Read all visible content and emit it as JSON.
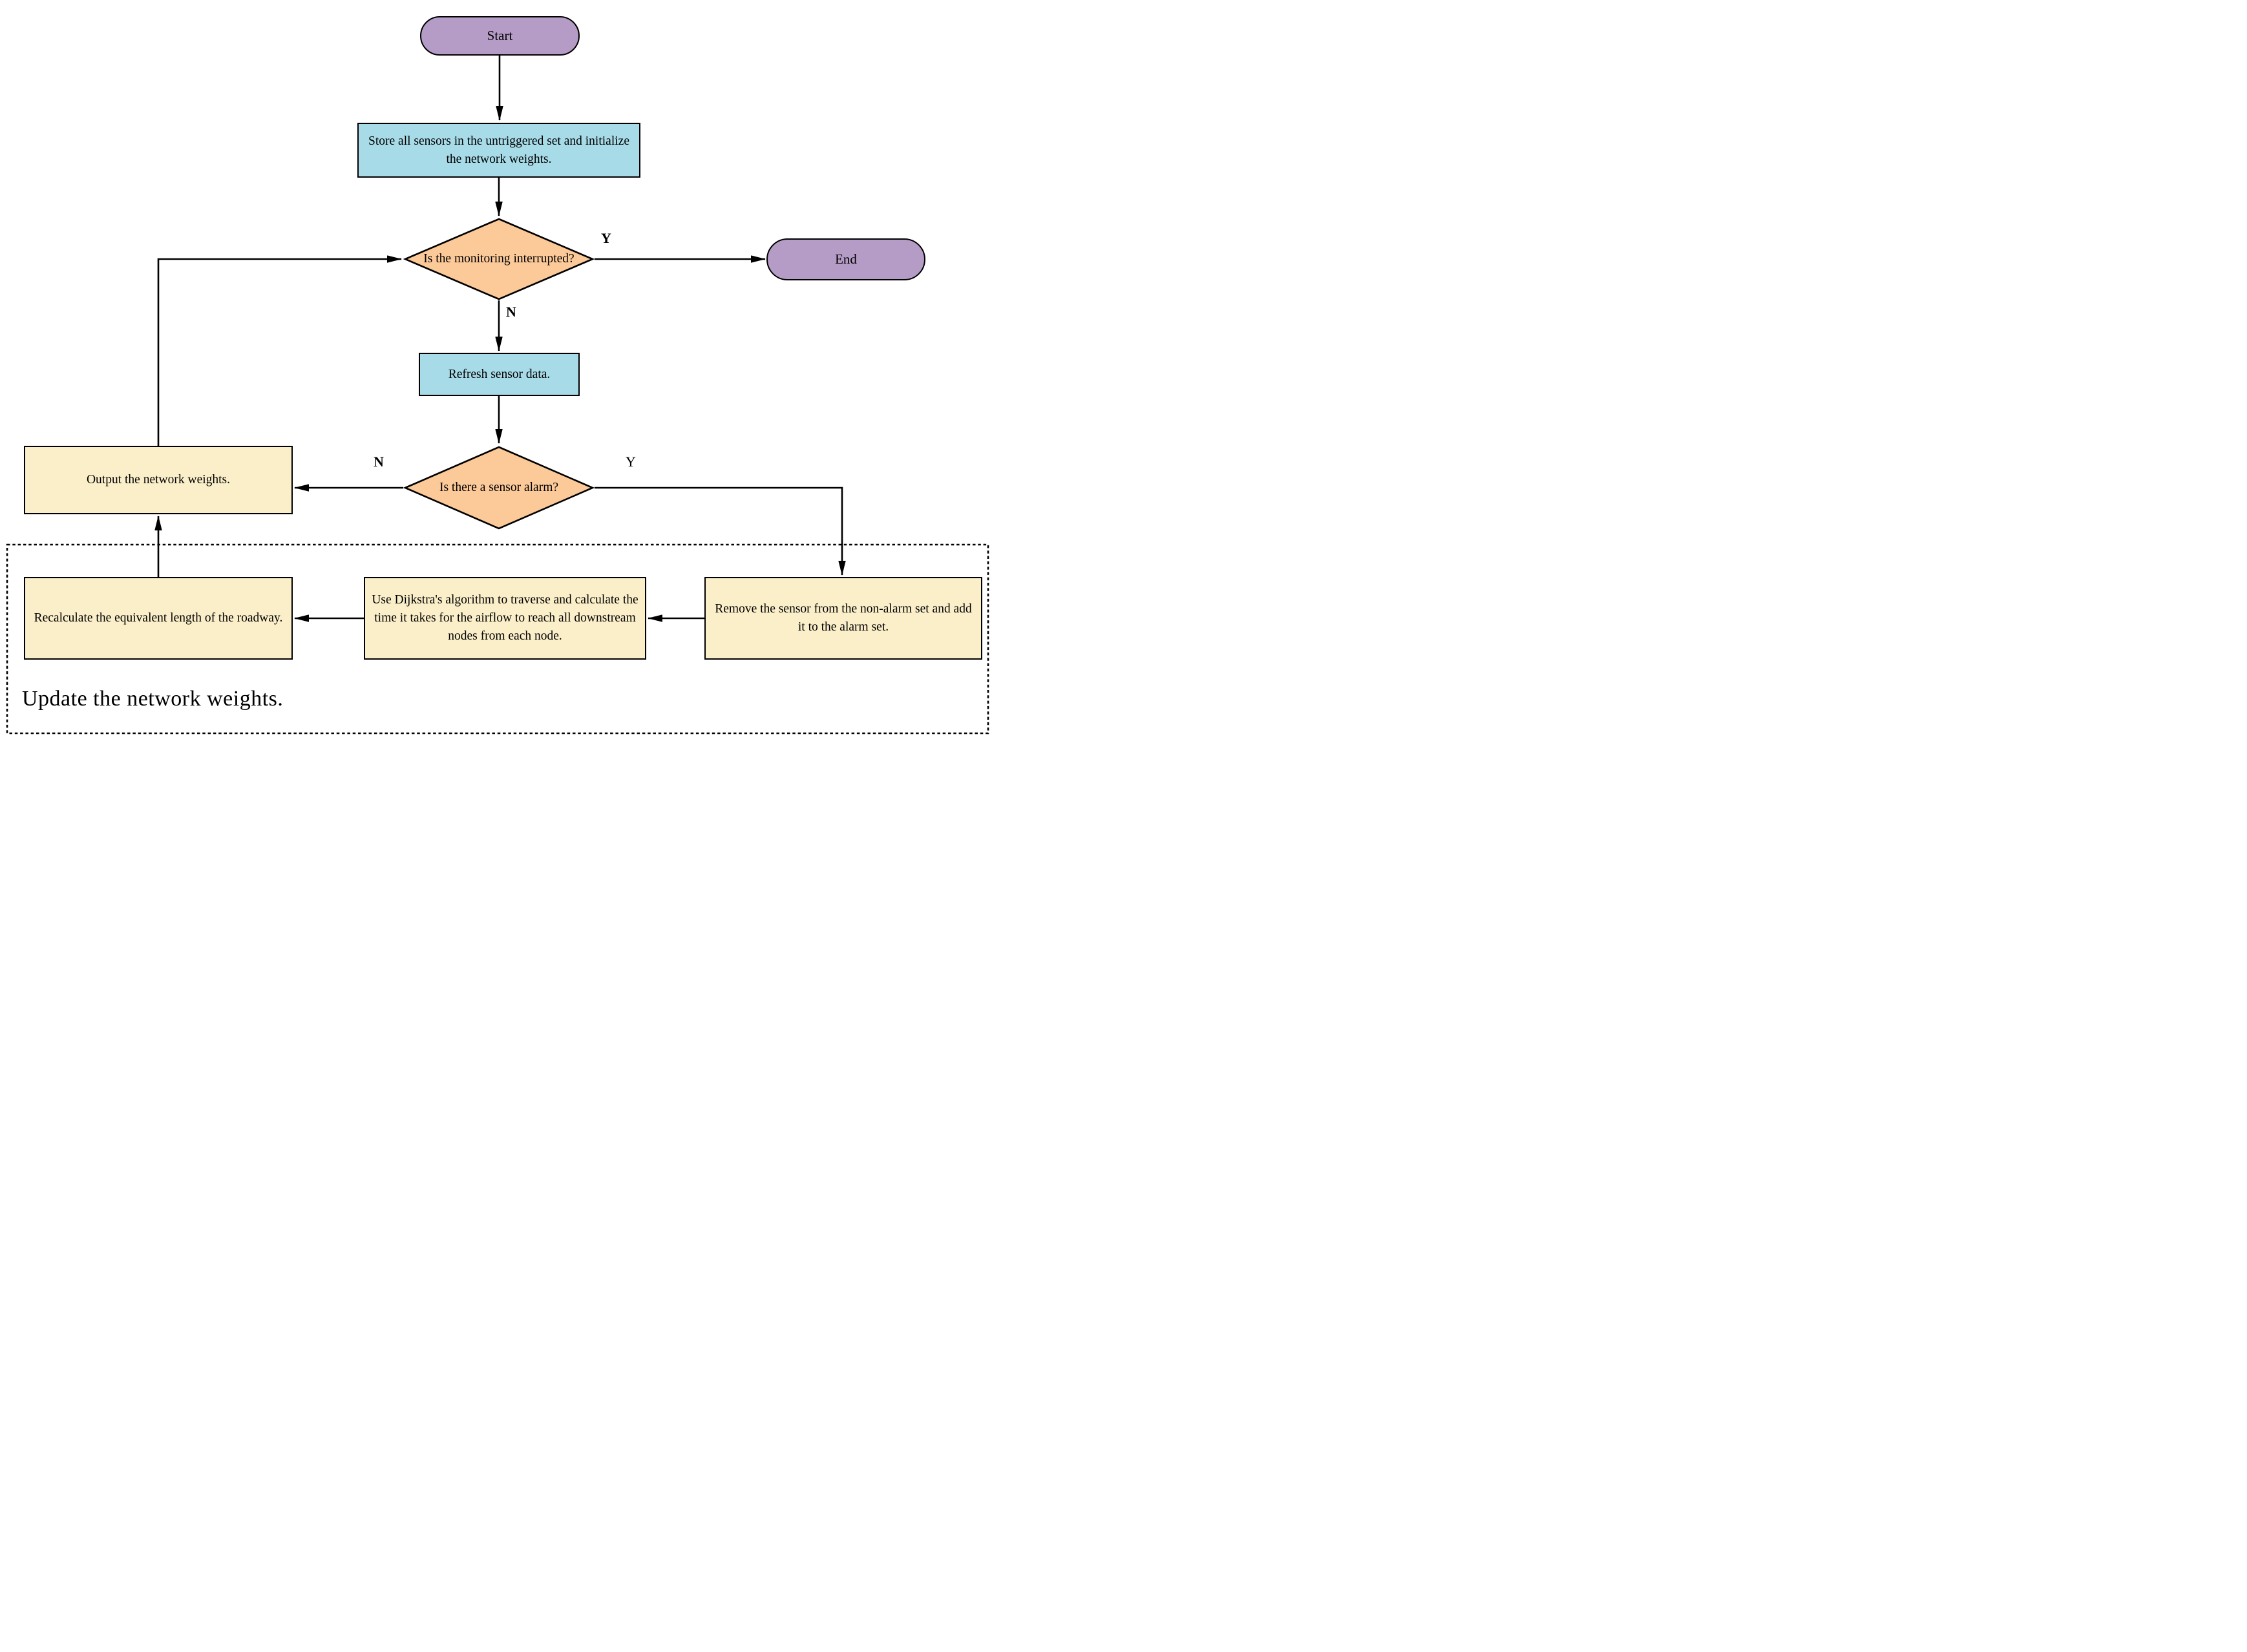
{
  "diagram_type": "flowchart",
  "nodes": {
    "start": {
      "label": "Start",
      "shape": "terminator"
    },
    "store": {
      "label": "Store all sensors in the untriggered set and initialize the network weights.",
      "shape": "process"
    },
    "monitor_q": {
      "label": "Is the monitoring interrupted?",
      "shape": "decision"
    },
    "end": {
      "label": "End",
      "shape": "terminator"
    },
    "refresh": {
      "label": "Refresh sensor data.",
      "shape": "process"
    },
    "alarm_q": {
      "label": "Is there a sensor alarm?",
      "shape": "decision"
    },
    "output": {
      "label": "Output the network weights.",
      "shape": "process"
    },
    "remove": {
      "label": "Remove the sensor from the non-alarm set and add it to the alarm set.",
      "shape": "process"
    },
    "dijkstra": {
      "label": "Use Dijkstra's algorithm to traverse and calculate the time it takes for the airflow to reach all downstream nodes from each node.",
      "shape": "process"
    },
    "recalculate": {
      "label": "Recalculate the equivalent length of the roadway.",
      "shape": "process"
    }
  },
  "edge_labels": {
    "monitor_yes": "Y",
    "monitor_no": "N",
    "alarm_no": "N",
    "alarm_yes": "Y"
  },
  "region": {
    "label": "Update the network weights."
  },
  "colors": {
    "purple": "#b59cc6",
    "blue": "#a8dbe8",
    "orange": "#fcc998",
    "yellow": "#fbefca",
    "ink": "#000000"
  }
}
